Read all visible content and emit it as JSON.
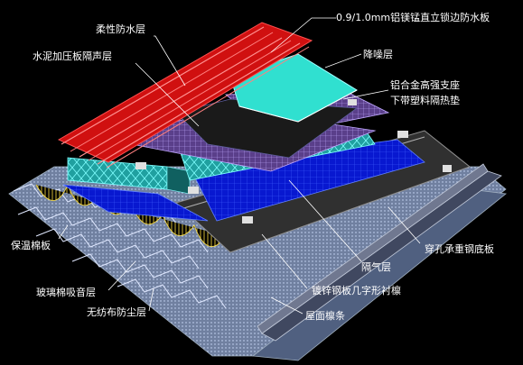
{
  "diagram": {
    "labels": {
      "top_panel": "0.9/1.0mm铝镁锰直立锁边防水板",
      "waterproof": "柔性防水层",
      "cement_board": "水泥加压板隔声层",
      "noise_reduction": "降噪层",
      "bracket_line1": "铝合金高强支座",
      "bracket_line2": "下带塑料隔热垫",
      "insulation": "保温棉板",
      "perforated_deck": "穿孔承重钢底板",
      "vapor_barrier": "隔气层",
      "glass_wool": "玻璃棉吸音层",
      "galvanized_liner": "镀锌钢板几字形衬檩",
      "nonwoven": "无纺布防尘层",
      "purlin": "屋面檩条"
    },
    "colors": {
      "background": "#000000",
      "roof_red": "#ff2020",
      "cyan": "#40e0e0",
      "blue": "#1020ff",
      "purple_grid": "#9a80d0",
      "deck": "#808080",
      "leader": "#ffffff"
    }
  }
}
